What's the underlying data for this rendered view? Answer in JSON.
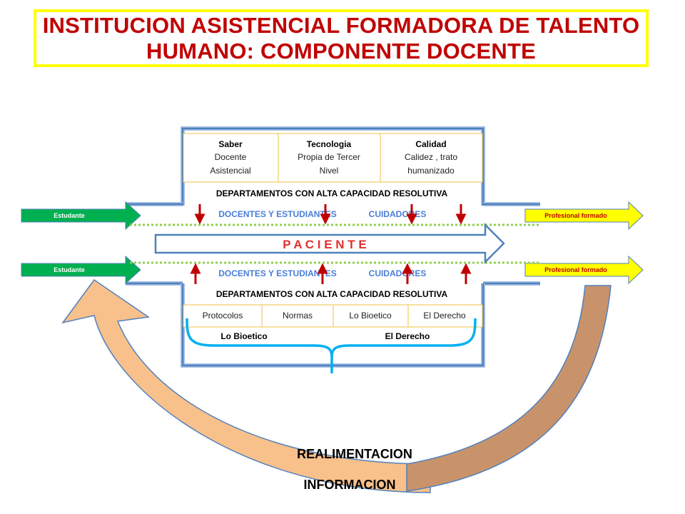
{
  "title": {
    "line1": "INSTITUCION ASISTENCIAL FORMADORA DE TALENTO",
    "line2": "HUMANO: COMPONENTE DOCENTE"
  },
  "top_block": {
    "cells": [
      {
        "title": "Saber",
        "line1": "Docente",
        "line2": "Asistencial"
      },
      {
        "title": "Tecnologia",
        "line1": "Propia de Tercer",
        "line2": "Nivel"
      },
      {
        "title": "Calidad",
        "line1": "Calidez ,  trato",
        "line2": "humanizado"
      }
    ],
    "department_label": "DEPARTAMENTOS CON  ALTA CAPACIDAD  RESOLUTIVA"
  },
  "upper_band": {
    "docentes": "DOCENTES Y ESTUDIANTES",
    "cuidadores": "CUIDADORES"
  },
  "center_arrow": {
    "label": "P A C I E N T E"
  },
  "lower_band": {
    "docentes": "DOCENTES Y ESTUDIANTES",
    "cuidadores": "CUIDADORES"
  },
  "bottom_block": {
    "department_label": "DEPARTAMENTOS CON  ALTA CAPACIDAD  RESOLUTIVA",
    "cells": [
      "Protocolos",
      "Normas",
      "Lo Bioetico",
      "El Derecho"
    ],
    "brace_left": "Lo Bioetico",
    "brace_right": "El Derecho"
  },
  "side_arrows": {
    "left_top": "Estudante",
    "left_bottom": "Estudante",
    "right_top": "Profesional  formado",
    "right_bottom": "Profesional  formado"
  },
  "feedback": {
    "realimentacion": "REALIMENTACION",
    "informacion": "INFORMACION"
  },
  "colors": {
    "title_text": "#c00000",
    "title_border": "#ffff00",
    "frame": "#4f81bd",
    "red_arrows": "#c00000",
    "green_arrow": "#00b050",
    "yellow_arrow": "#ffff00",
    "dotted_line": "#92d050",
    "brace": "#00b0f0",
    "left_curve": "#f8c08a",
    "right_curve": "#c8936a"
  }
}
